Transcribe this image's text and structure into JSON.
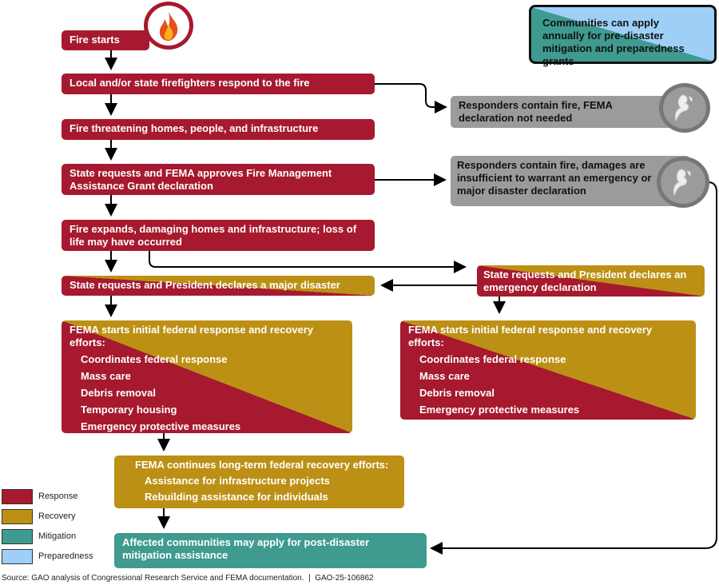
{
  "colors": {
    "response": "#A6192E",
    "recovery": "#BC9015",
    "mitigation": "#3F9A8F",
    "preparedness": "#9FCFF7",
    "contained": "#9B9B9B"
  },
  "steps": {
    "fire_starts": "Fire starts",
    "respond": "Local and/or state firefighters respond to the fire",
    "threatening": "Fire threatening homes, people, and infrastructure",
    "fmag": "State requests and FEMA approves Fire Management Assistance Grant declaration",
    "expands": "Fire expands, damaging homes and infrastructure; loss of life may have occurred",
    "major_disaster": "State requests and President declares a major disaster",
    "emergency": "State requests and President declares an emergency declaration",
    "contain1": "Responders contain fire, FEMA declaration not needed",
    "contain2": "Responders contain fire, damages are insufficient to warrant an emergency or major disaster declaration",
    "annual": "Communities can apply annually for pre-disaster mitigation and preparedness grants",
    "post_disaster": "Affected communities may apply for post-disaster mitigation assistance"
  },
  "fema_left": {
    "title": "FEMA starts initial federal response and recovery efforts:",
    "items": [
      "Coordinates federal response",
      "Mass care",
      "Debris removal",
      "Temporary housing",
      "Emergency protective measures"
    ]
  },
  "fema_right": {
    "title": "FEMA starts initial federal response and recovery efforts:",
    "items": [
      "Coordinates federal response",
      "Mass care",
      "Debris removal",
      "Emergency protective measures"
    ]
  },
  "long_term": {
    "title": "FEMA continues long-term federal recovery efforts:",
    "items": [
      "Assistance for infrastructure projects",
      "Rebuilding assistance for individuals"
    ]
  },
  "legend": [
    "Response",
    "Recovery",
    "Mitigation",
    "Preparedness"
  ],
  "source": "Source: GAO analysis of Congressional Research Service and FEMA documentation.  |  GAO-25-106862"
}
